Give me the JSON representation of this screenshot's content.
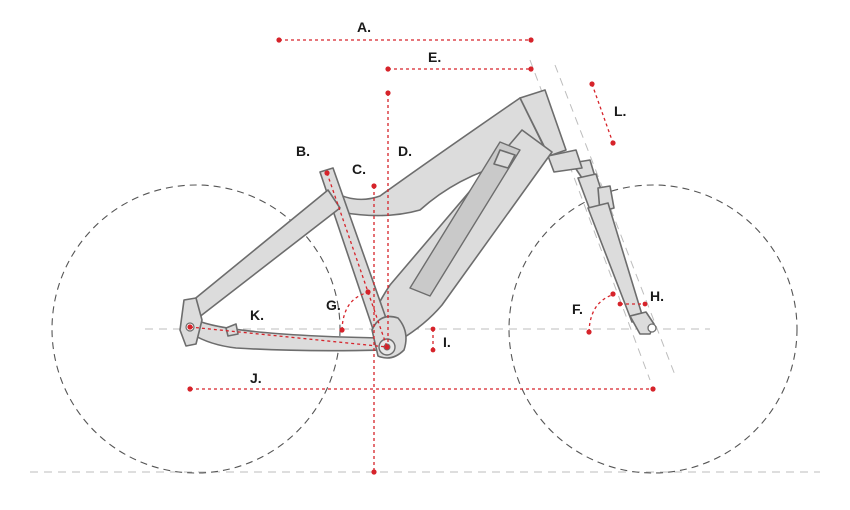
{
  "labels": {
    "A": "A.",
    "B": "B.",
    "C": "C.",
    "D": "D.",
    "E": "E.",
    "F": "F.",
    "G": "G.",
    "H": "H.",
    "I": "I.",
    "J": "J.",
    "K": "K.",
    "L": "L."
  },
  "colors": {
    "dimension": "#d6232a",
    "frame_fill": "#dcdcdc",
    "frame_stroke": "#6d6d6d",
    "wheel": "#555555"
  }
}
